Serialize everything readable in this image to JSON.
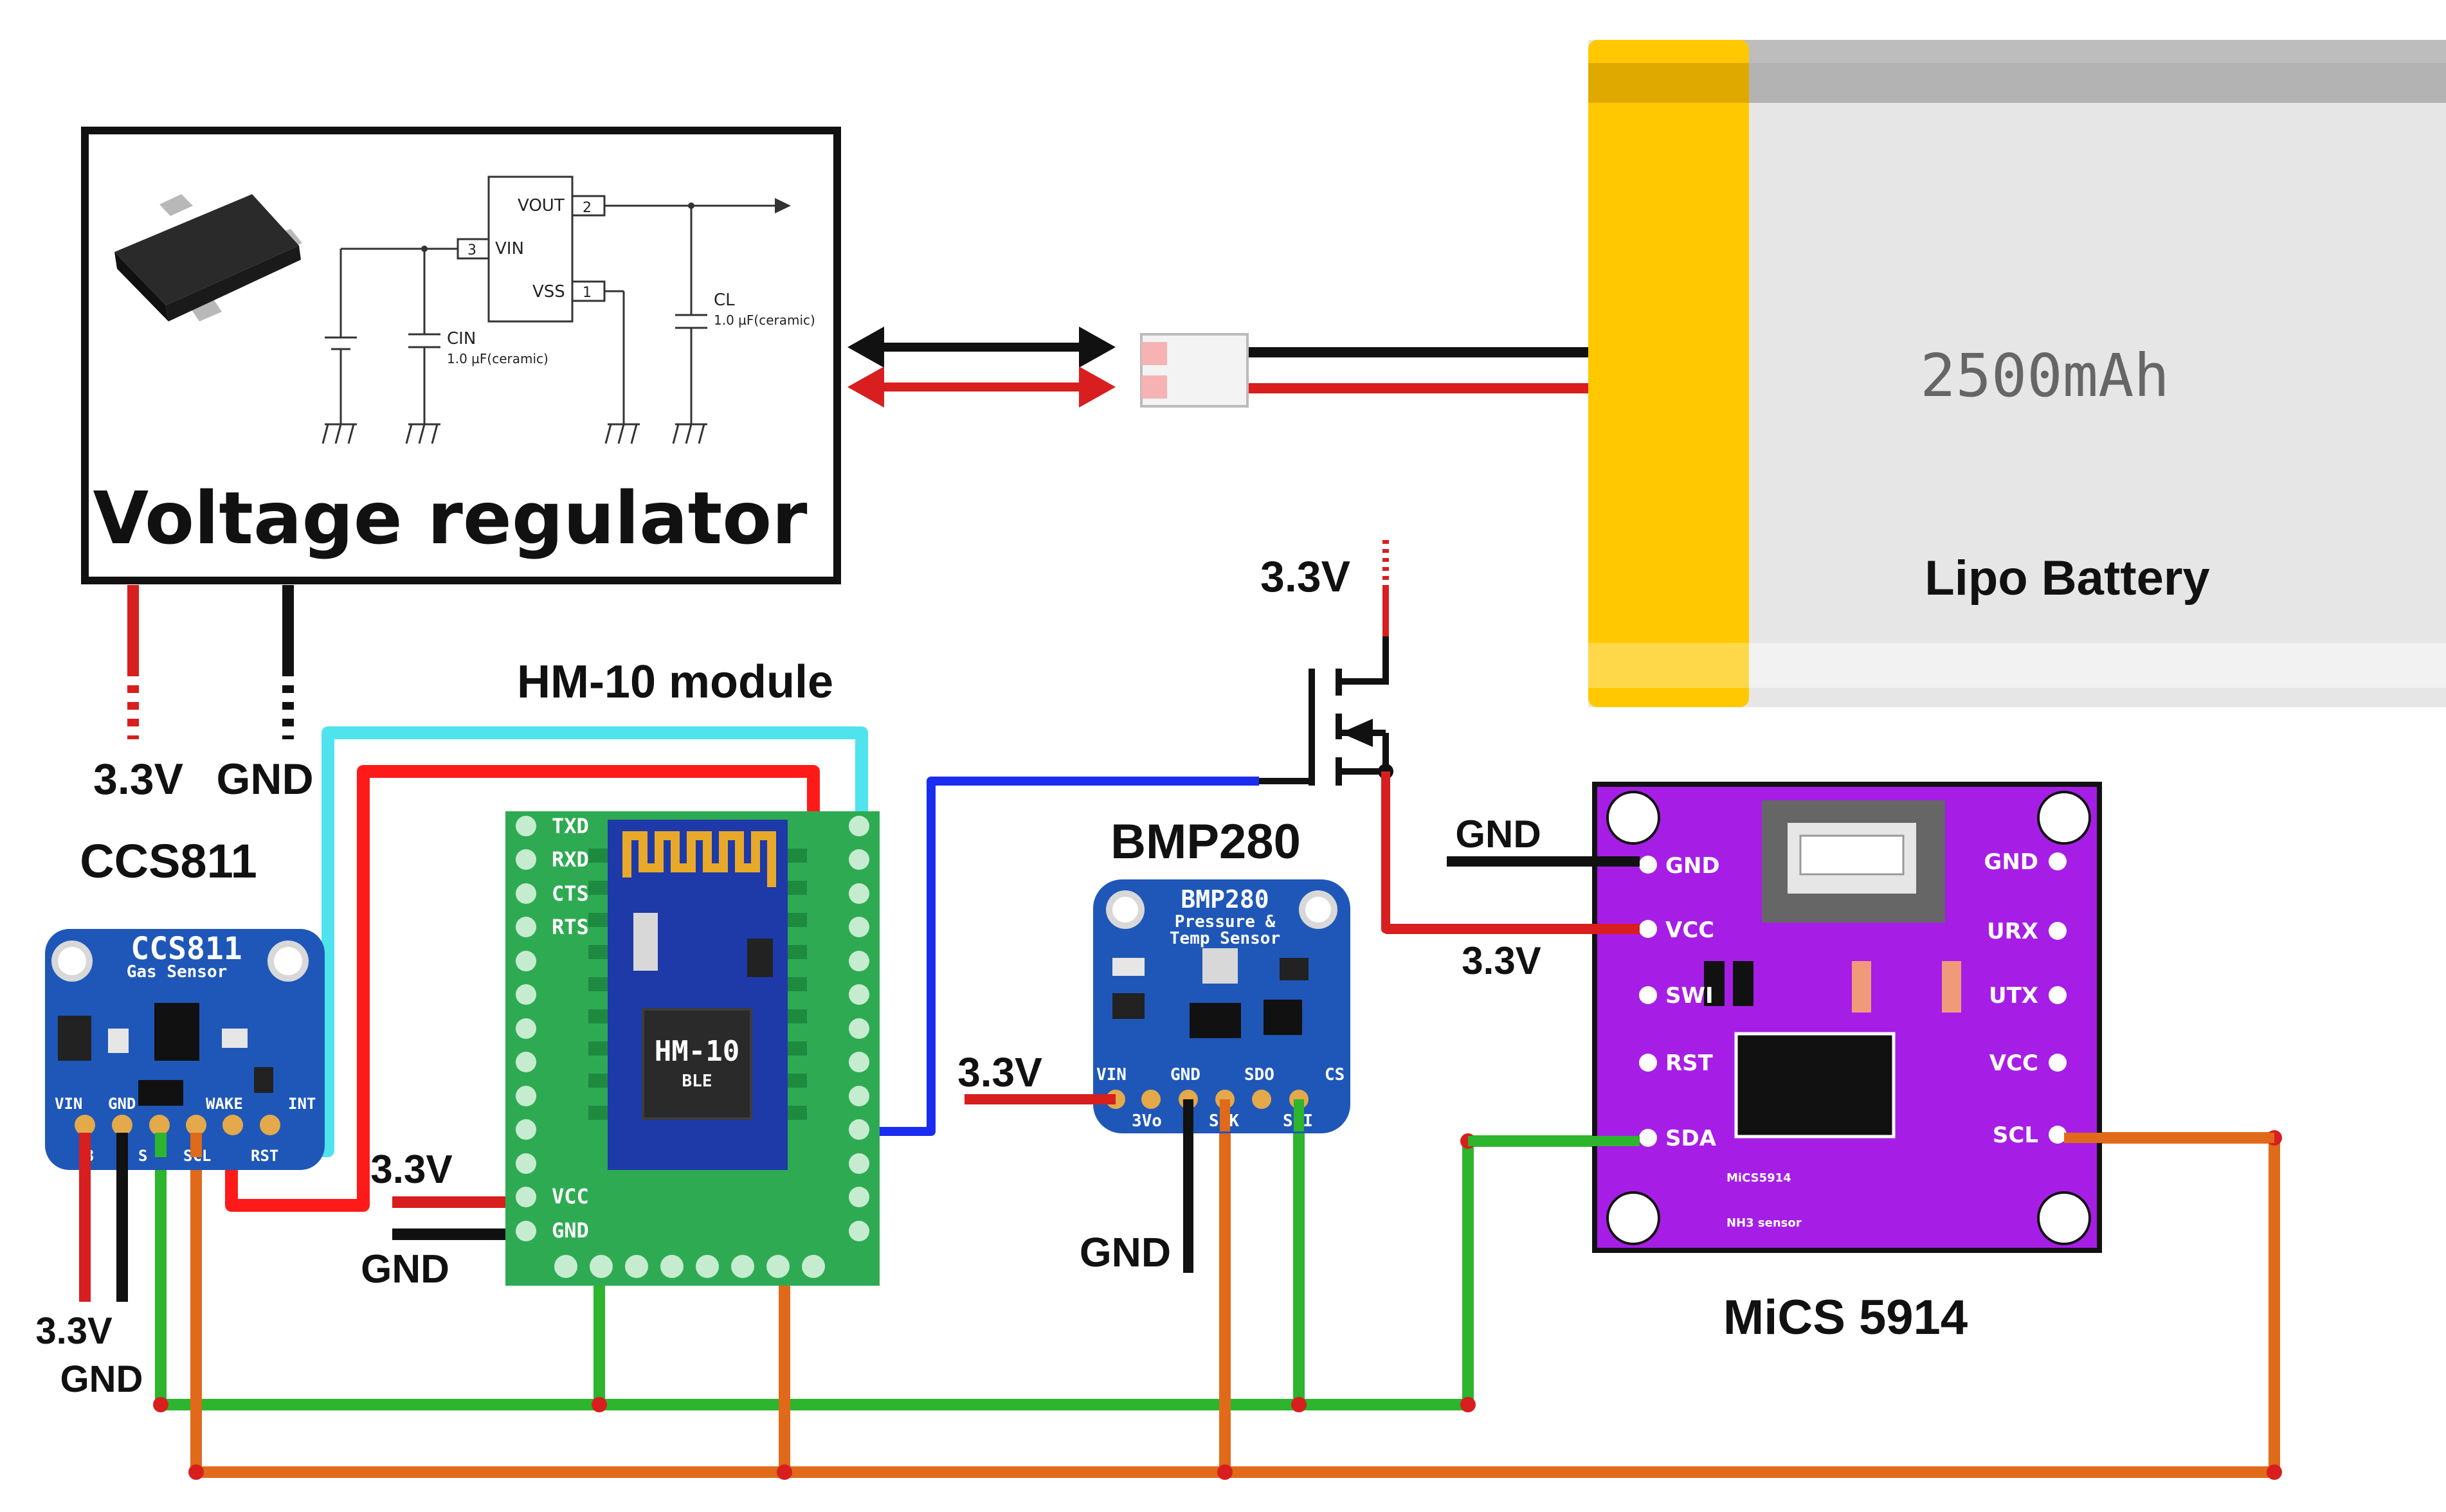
{
  "voltage_regulator": {
    "title": "Voltage regulator",
    "schematic": {
      "vout": "VOUT",
      "vin": "VIN",
      "vss": "VSS",
      "pin2": "2",
      "pin3": "3",
      "pin1": "1",
      "cin": "CIN",
      "cin_value": "1.0 µF(ceramic)",
      "cl": "CL",
      "cl_value": "1.0 µF(ceramic)"
    },
    "out_33v": "3.3V",
    "out_gnd": "GND"
  },
  "battery": {
    "capacity": "2500mAh",
    "label": "Lipo Battery"
  },
  "hm10": {
    "title": "HM-10 module",
    "chip_label": "HM-10",
    "chip_sub": "BLE",
    "pins_left": [
      "TXD",
      "RXD",
      "CTS",
      "RTS"
    ],
    "pin_vcc": "VCC",
    "pin_gnd": "GND",
    "supply_33v": "3.3V",
    "supply_gnd": "GND"
  },
  "ccs811": {
    "title": "CCS811",
    "board_name": "CCS811",
    "board_sub": "Gas Sensor",
    "pins": [
      "VIN",
      "GND",
      "WAKE",
      "INT"
    ],
    "pins_lower": [
      "3",
      "S",
      "SCL",
      "RST"
    ],
    "supply_33v": "3.3V",
    "supply_gnd": "GND"
  },
  "bmp280": {
    "title": "BMP280",
    "board_name": "BMP280",
    "board_sub1": "Pressure &",
    "board_sub2": "Temp Sensor",
    "pins": [
      "VIN",
      "GND",
      "SDO",
      "CS"
    ],
    "pins_lower": [
      "3Vo",
      "SCK",
      "SDI"
    ],
    "supply_33v": "3.3V",
    "supply_gnd": "GND"
  },
  "mosfet": {
    "supply_33v": "3.3V"
  },
  "mics5914": {
    "title": "MiCS 5914",
    "pins_left": [
      "GND",
      "VCC",
      "SWI",
      "RST",
      "SDA"
    ],
    "pins_right": [
      "GND",
      "URX",
      "UTX",
      "VCC",
      "SCL"
    ],
    "board_text1": "MiCS5914",
    "board_text2": "NH3 sensor",
    "supply_gnd": "GND",
    "supply_33v": "3.3V"
  },
  "colors": {
    "power": "#d81e1e",
    "ground": "#111111",
    "sda": "#2db52d",
    "scl": "#e06a1a",
    "uart_tx": "#4fe3ee",
    "uart_rx": "#ff1a1a",
    "mosfet_gate": "#1a2cf0",
    "battery_yellow": "#ffc800",
    "battery_body": "#e6e6e6",
    "hm10_board": "#2eab52",
    "hm10_chip": "#1e3aa8",
    "sparkfun_blue": "#1f57b8",
    "mics_purple": "#a61ee6"
  }
}
